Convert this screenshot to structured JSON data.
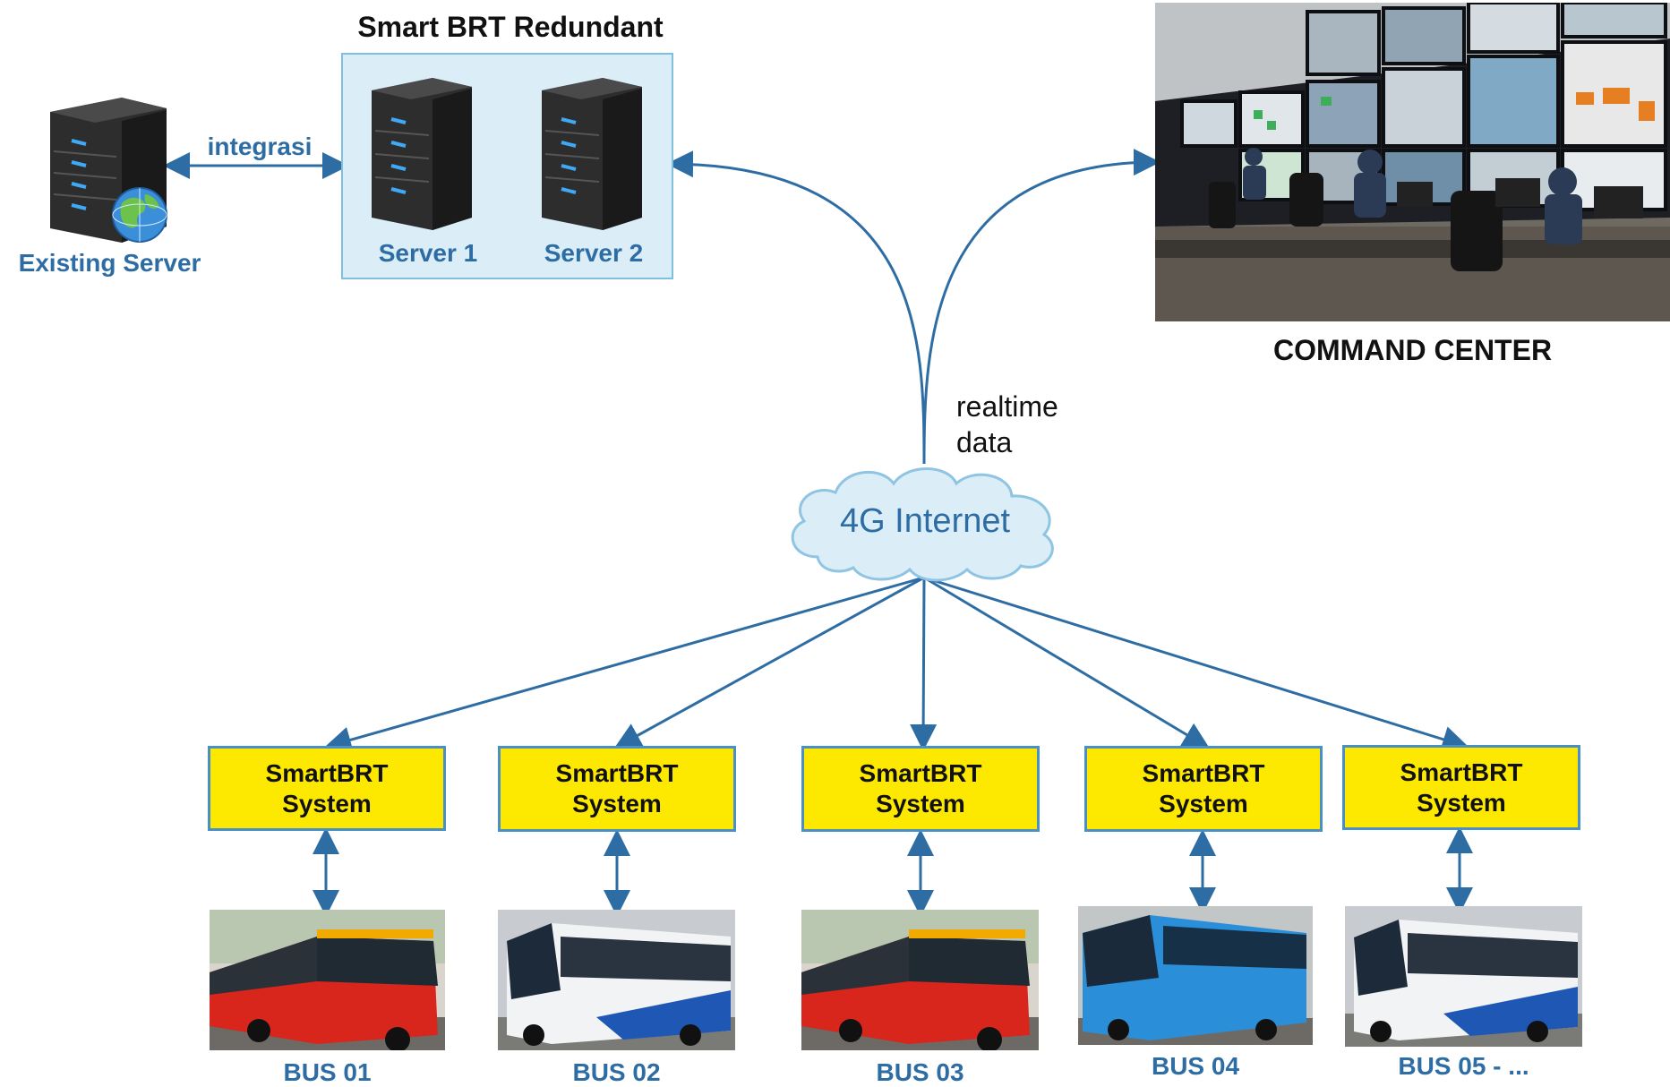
{
  "redundant": {
    "title": "Smart BRT Redundant",
    "server1": "Server 1",
    "server2": "Server 2"
  },
  "existing": {
    "label": "Existing Server",
    "link_label": "integrasi"
  },
  "command": {
    "label": "COMMAND CENTER"
  },
  "network": {
    "cloud_label": "4G Internet",
    "data_label_line1": "realtime",
    "data_label_line2": "data"
  },
  "units": [
    {
      "system_line1": "SmartBRT",
      "system_line2": "System",
      "bus": "BUS 01",
      "style": "red"
    },
    {
      "system_line1": "SmartBRT",
      "system_line2": "System",
      "bus": "BUS 02",
      "style": "white-blue"
    },
    {
      "system_line1": "SmartBRT",
      "system_line2": "System",
      "bus": "BUS 03",
      "style": "red"
    },
    {
      "system_line1": "SmartBRT",
      "system_line2": "System",
      "bus": "BUS 04",
      "style": "blue"
    },
    {
      "system_line1": "SmartBRT",
      "system_line2": "System",
      "bus": "BUS 05 - ...",
      "style": "white-blue"
    }
  ],
  "colors": {
    "line": "#2e6da4",
    "label_blue": "#2e6da4",
    "system_fill": "#fde900",
    "system_border": "#4a90c4",
    "redundant_fill": "#dbeef7",
    "cloud_fill": "#dbeef7"
  }
}
